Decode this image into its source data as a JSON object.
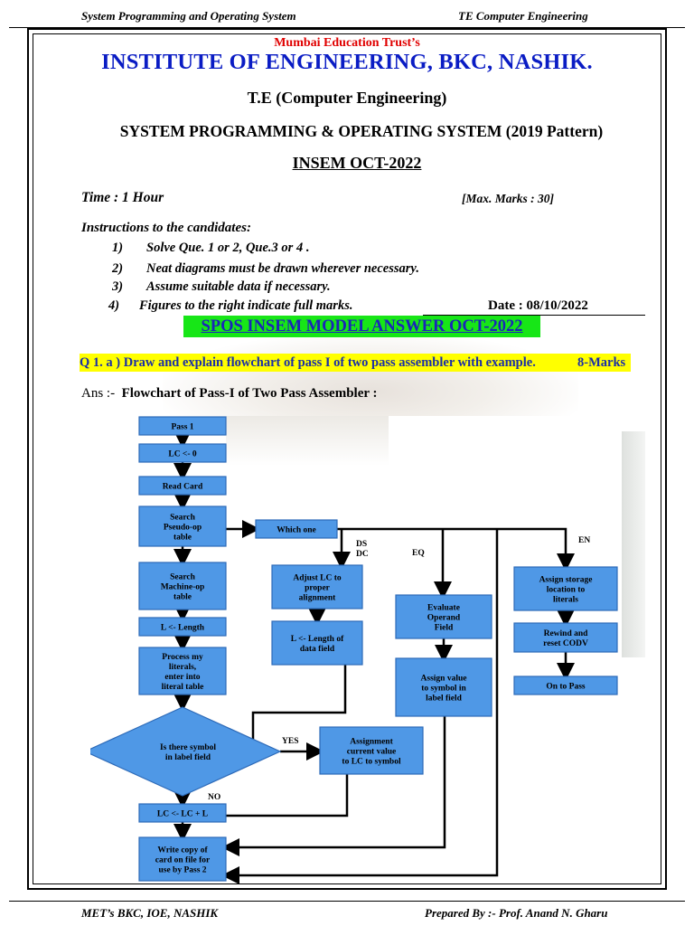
{
  "header": {
    "left": "System Programming and Operating System",
    "right": "TE Computer Engineering"
  },
  "title_block": {
    "trust": "Mumbai Education Trust’s",
    "institute": "INSTITUTE OF ENGINEERING, BKC, NASHIK.",
    "course": "T.E (Computer Engineering)",
    "subject": "SYSTEM PROGRAMMING & OPERATING SYSTEM (2019 Pattern)",
    "exam": "INSEM OCT-2022"
  },
  "meta": {
    "time": "Time : 1 Hour",
    "max_marks": "[Max. Marks : 30]",
    "instructions_heading": "Instructions to the candidates:",
    "instructions": [
      {
        "num": "1)",
        "text": "Solve Que. 1 or 2, Que.3 or 4 ."
      },
      {
        "num": "2)",
        "text": "Neat diagrams must be drawn wherever necessary."
      },
      {
        "num": "3)",
        "text": "Assume suitable data if necessary."
      },
      {
        "num": "4)",
        "text": "Figures to the right indicate full marks."
      }
    ],
    "date": "Date : 08/10/2022"
  },
  "answer_title": "SPOS INSEM MODEL ANSWER OCT-2022",
  "question": {
    "text": "Q 1. a ) Draw and explain flowchart of pass I of two pass assembler with example.",
    "marks": "8-Marks"
  },
  "answer": {
    "prefix": "Ans :-",
    "heading": "Flowchart of Pass-I of Two Pass Assembler :"
  },
  "flowchart": {
    "colors": {
      "box_fill": "#4f98e6",
      "box_stroke": "#2d6ab8",
      "line": "#000000"
    },
    "nodes": {
      "pass1": [
        "Pass 1"
      ],
      "lc0": [
        "LC <- 0"
      ],
      "read": [
        "Read Card"
      ],
      "pseudo": [
        "Search",
        "Pseudo-op",
        "table"
      ],
      "which": [
        "Which one"
      ],
      "machine": [
        "Search",
        "Machine-op",
        "table"
      ],
      "length": [
        "L <- Length"
      ],
      "literals": [
        "Process my",
        "literals,",
        "enter into",
        "literal table"
      ],
      "symbol": [
        "Is there symbol",
        "in label field"
      ],
      "assign_lc": [
        "Assignment",
        "current value",
        "to LC to symbol"
      ],
      "lcl": [
        "LC <- LC + L"
      ],
      "write": [
        "Write copy of",
        "card on file for",
        "use by Pass 2"
      ],
      "adjust": [
        "Adjust LC to",
        "proper",
        "alignment"
      ],
      "ldata": [
        "L <- Length of",
        "data field"
      ],
      "evaluate": [
        "Evaluate",
        "Operand",
        "Field"
      ],
      "assign_sym": [
        "Assign value",
        "to symbol in",
        "label field"
      ],
      "storage": [
        "Assign storage",
        "location to",
        "literals"
      ],
      "rewind": [
        "Rewind and",
        "reset CODV"
      ],
      "onto": [
        "On to Pass"
      ]
    },
    "labels": {
      "ds": "DS",
      "dc": "DC",
      "eq": "EQ",
      "en": "EN",
      "yes": "YES",
      "no": "NO"
    }
  },
  "footer": {
    "left": "MET’s BKC, IOE, NASHIK",
    "right": "Prepared By :- Prof. Anand N. Gharu"
  }
}
